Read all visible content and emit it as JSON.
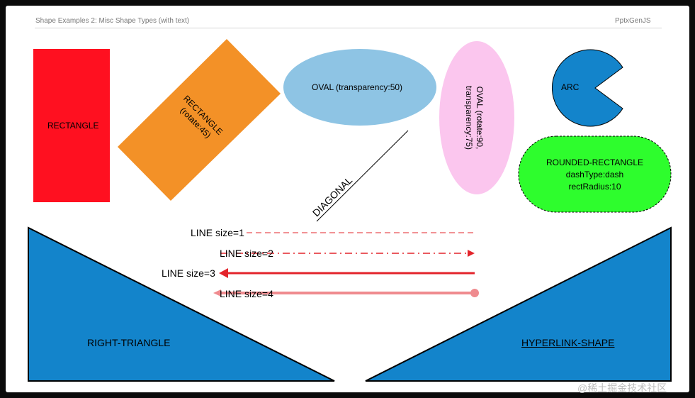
{
  "header": {
    "title": "Shape Examples 2: Misc Shape Types (with text)",
    "brand": "PptxGenJS"
  },
  "shapes": {
    "rectangle": "RECTANGLE",
    "rectangle_rot_line1": "RECTANGLE",
    "rectangle_rot_line2": "(rotate:45)",
    "oval": "OVAL (transparency:50)",
    "oval_rot_line1": "OVAL (rotate:90,",
    "oval_rot_line2": "transparency:75)",
    "arc": "ARC",
    "rounded_rect_line1": "ROUNDED-RECTANGLE",
    "rounded_rect_line2": "dashType:dash",
    "rounded_rect_line3": "rectRadius:10",
    "diagonal": "DIAGONAL",
    "line1": "LINE size=1",
    "line2": "LINE size=2",
    "line3": "LINE size=3",
    "line4": "LINE size=4",
    "right_triangle": "RIGHT-TRIANGLE",
    "hyperlink_shape": "HYPERLINK-SHAPE"
  },
  "colors": {
    "rectangle": "#ff1020",
    "rect_rotated": "#f39127",
    "oval": "#8ec4e4",
    "oval_rotated": "#fbc6ee",
    "arc": "#1384cb",
    "rounded_rect": "#2efd2d",
    "triangle": "#1384cb",
    "line_red": "#e3242b",
    "line_pink": "#ef8b8f"
  },
  "watermark": "@稀土掘金技术社区"
}
